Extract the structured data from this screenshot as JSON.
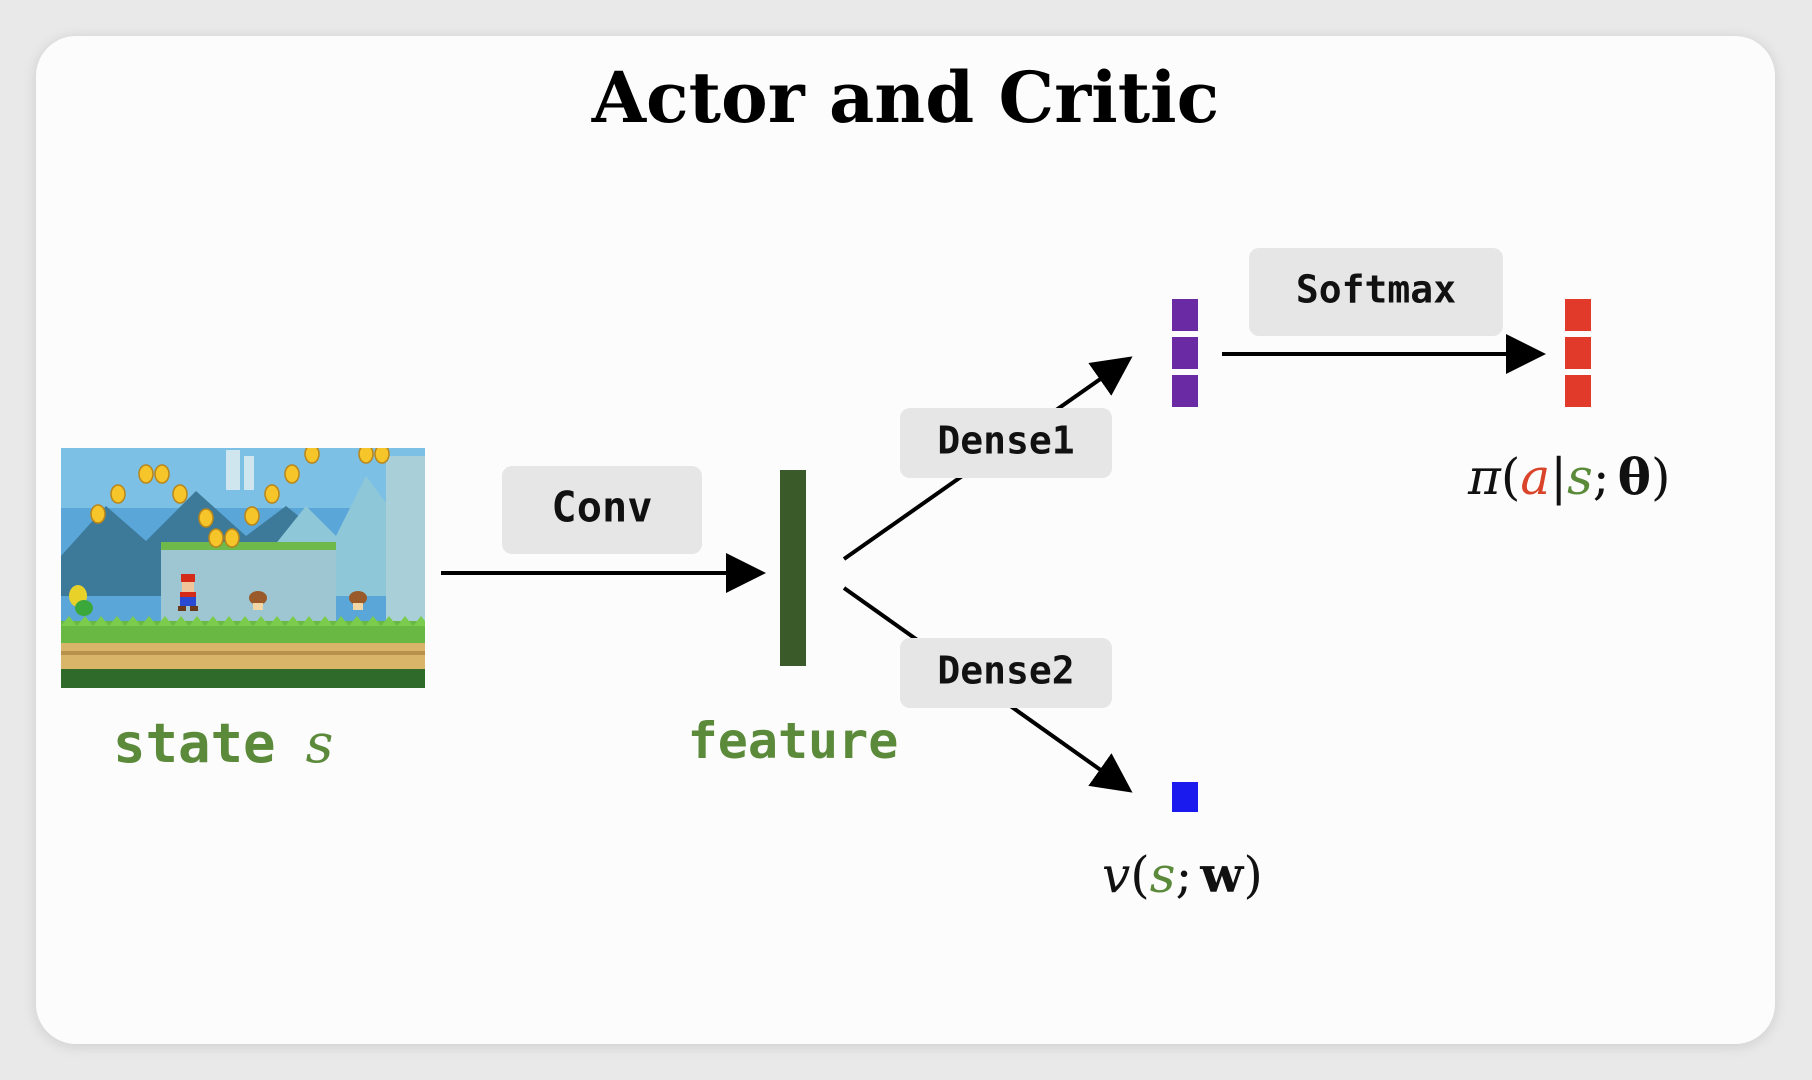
{
  "title": "Actor and Critic",
  "labels": {
    "conv": "Conv",
    "dense1": "Dense1",
    "dense2": "Dense2",
    "softmax": "Softmax",
    "state_word": "state",
    "state_var": "s",
    "feature": "feature"
  },
  "formulas": {
    "policy": {
      "pi": "π",
      "open": "(",
      "a": "a",
      "bar": "|",
      "s": "s",
      "semi": ";",
      "theta": "θ",
      "close": ")"
    },
    "value": {
      "v": "v",
      "open": "(",
      "s": "s",
      "semi": ";",
      "w": "w",
      "close": ")"
    }
  },
  "colors": {
    "feature_bar": "#3a5a2a",
    "green_text": "#5b8a3a",
    "purple": "#6a2aa4",
    "red": "#e23a2a",
    "blue": "#1a1aee",
    "label_box": "#e6e6e6"
  },
  "icons": {
    "state_image": "mario-game-screenshot"
  }
}
